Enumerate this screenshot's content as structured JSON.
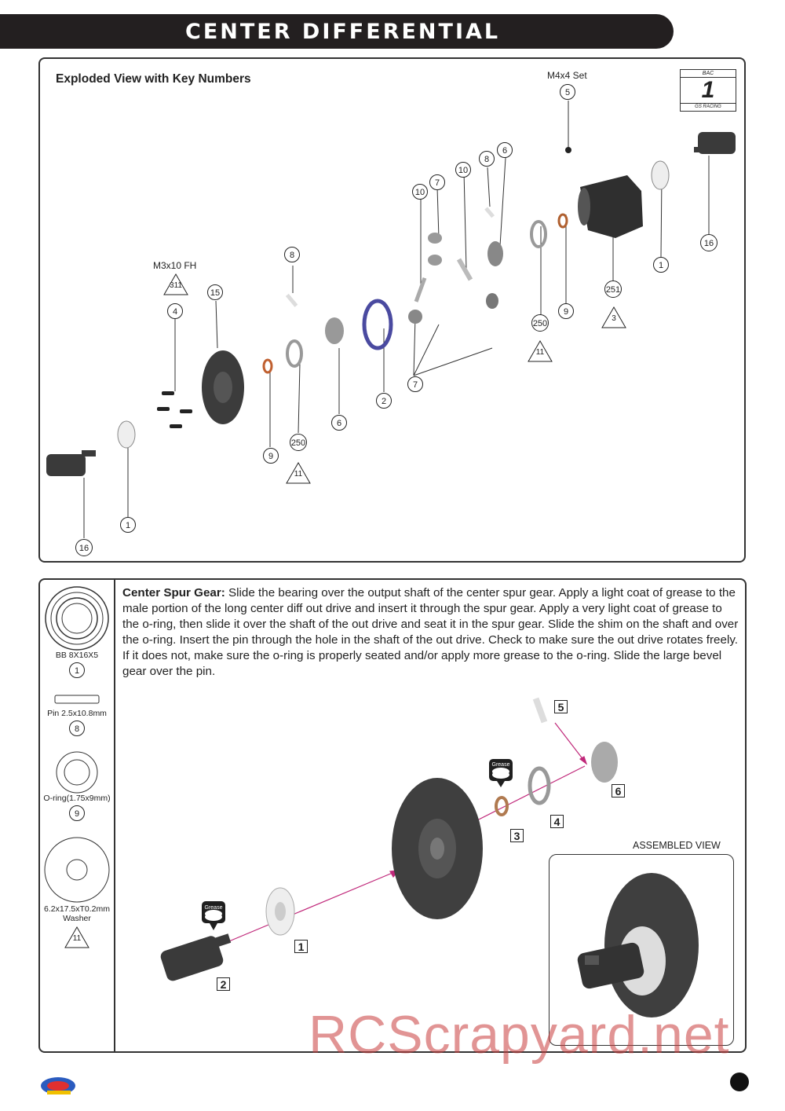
{
  "header": {
    "title": "CENTER DIFFERENTIAL"
  },
  "exploded": {
    "subtitle": "Exploded View with Key Numbers",
    "m4x4_label": "M4x4 Set",
    "m3x10_label": "M3x10 FH",
    "badge": {
      "top": "BAC",
      "number": "1",
      "bottom": "GS RACING"
    }
  },
  "keys": {
    "k5": "5",
    "k6": "6",
    "k8a": "8",
    "k10a": "10",
    "k7a": "7",
    "k10b": "10",
    "k16a": "16",
    "k1a": "1",
    "k251": "251",
    "k3": "3",
    "k9a": "9",
    "k250a": "250",
    "k11a": "11",
    "k8b": "8",
    "k311": "311",
    "k4": "4",
    "k15": "15",
    "k7b": "7",
    "k2": "2",
    "k6b": "6",
    "k9b": "9",
    "k250b": "250",
    "k11b": "11",
    "k1b": "1",
    "k16b": "16"
  },
  "sidebar": {
    "bb_label": "BB 8X16X5",
    "bb_key": "1",
    "pin_label": "Pin 2.5x10.8mm",
    "pin_key": "8",
    "oring_label": "O-ring(1.75x9mm)",
    "oring_key": "9",
    "washer_label": "6.2x17.5xT0.2mm",
    "washer_label2": "Washer",
    "washer_key": "11"
  },
  "instructions": {
    "heading": "Center Spur Gear:",
    "body": " Slide the bearing over the output shaft of the center spur gear. Apply a light coat of grease to the male portion of the long center diff out drive and insert it through the spur gear. Apply a very light coat of grease to the o-ring, then slide it over the shaft of the out drive and seat it in the spur gear. Slide the shim on the shaft and over the o-ring. Insert the pin through the hole in the shaft of the out drive. Check to make sure the out drive rotates freely. If it does not, make sure the o-ring is properly seated and/or apply more grease to the o-ring. Slide the large bevel gear over the pin."
  },
  "steps": {
    "s1": "1",
    "s2": "2",
    "s3": "3",
    "s4": "4",
    "s5": "5",
    "s6": "6",
    "grease": "Grease"
  },
  "assembled_label": "ASSEMBLED VIEW",
  "watermark": "RCScrapyard.net",
  "colors": {
    "title_bar": "#231f20",
    "arrow": "#c0287a",
    "watermark": "#c83c3c"
  }
}
